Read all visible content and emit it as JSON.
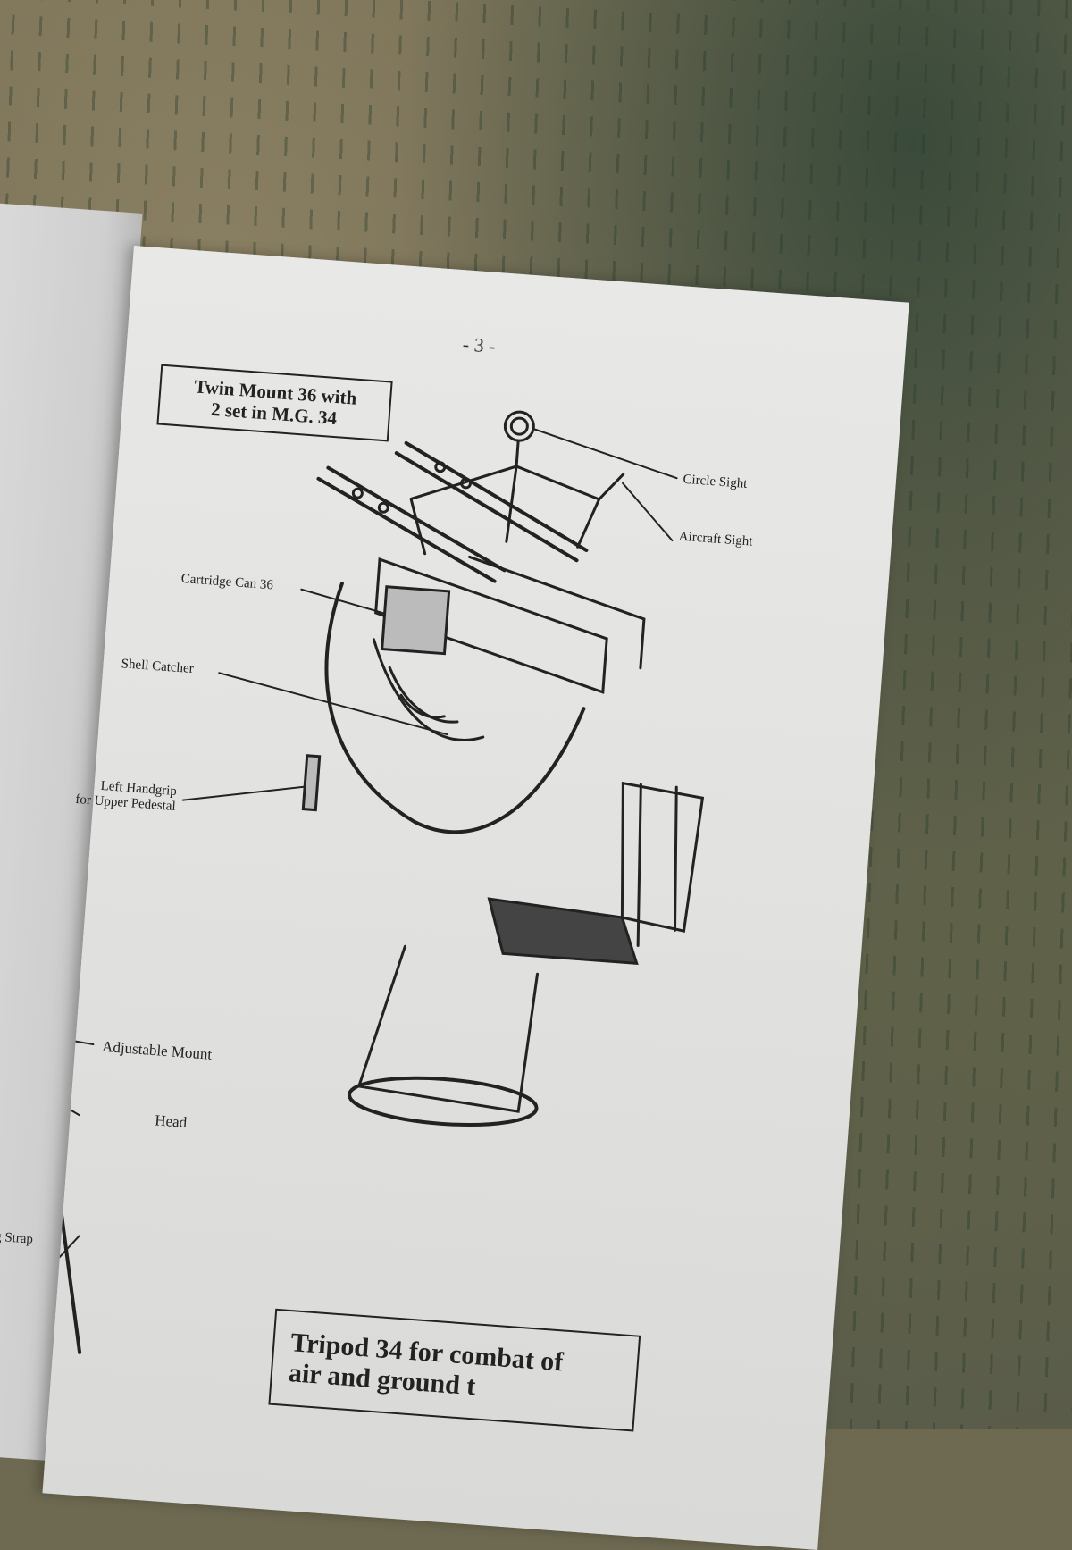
{
  "page": {
    "number": "- 3 -",
    "title_lines": [
      "Twin Mount 36 with",
      "2 set in M.G. 34"
    ],
    "labels": {
      "circle_sight": "Circle Sight",
      "aircraft_sight": "Aircraft Sight",
      "cartridge_can": "Cartridge Can 36",
      "shell_catcher": "Shell Catcher",
      "left_handgrip": [
        "Left Handgrip",
        "for Upper Pedestal"
      ],
      "adjustable_mount": "Adjustable Mount",
      "head": "Head",
      "carrying_strap": "Carrying Strap"
    },
    "bottom_box_lines": [
      "Tripod 34 for combat of",
      "air and ground t"
    ]
  }
}
